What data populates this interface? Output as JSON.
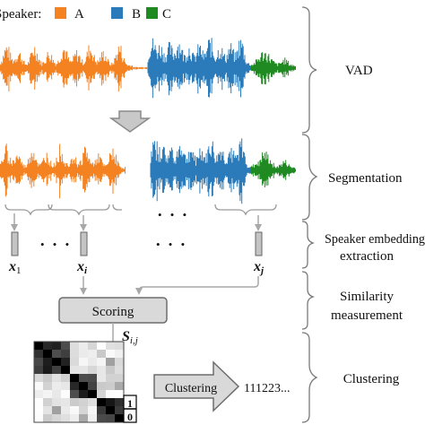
{
  "legend": {
    "label": "Speaker:",
    "items": [
      {
        "name": "A",
        "color": "#f58220"
      },
      {
        "name": "B",
        "color": "#2b7bba"
      },
      {
        "name": "C",
        "color": "#1f8a22"
      }
    ]
  },
  "stages": {
    "vad": "VAD",
    "segmentation": "Segmentation",
    "embedding_line1": "Speaker embedding",
    "embedding_line2": "extraction",
    "similarity_line1": "Similarity",
    "similarity_line2": "measurement",
    "clustering": "Clustering"
  },
  "dots": "• • •",
  "embeddings": {
    "x1": "x",
    "x1_sub": "1",
    "xi": "x",
    "xi_sub": "i",
    "xj": "x",
    "xj_sub": "j"
  },
  "scoring_label": "Scoring",
  "similarity_symbol": "S",
  "similarity_sub": "i,j",
  "clustering_box_label": "Clustering",
  "output_labels": "111223...",
  "scale": {
    "top": "1",
    "bottom": "0"
  },
  "colors": {
    "speaker_a": "#f58220",
    "speaker_b": "#2b7bba",
    "speaker_c": "#1f8a22",
    "box_fill": "#d9d9d9",
    "box_stroke": "#6d6d6d",
    "arrow_gray": "#a8a8a8",
    "brace": "#7a7a7a"
  }
}
